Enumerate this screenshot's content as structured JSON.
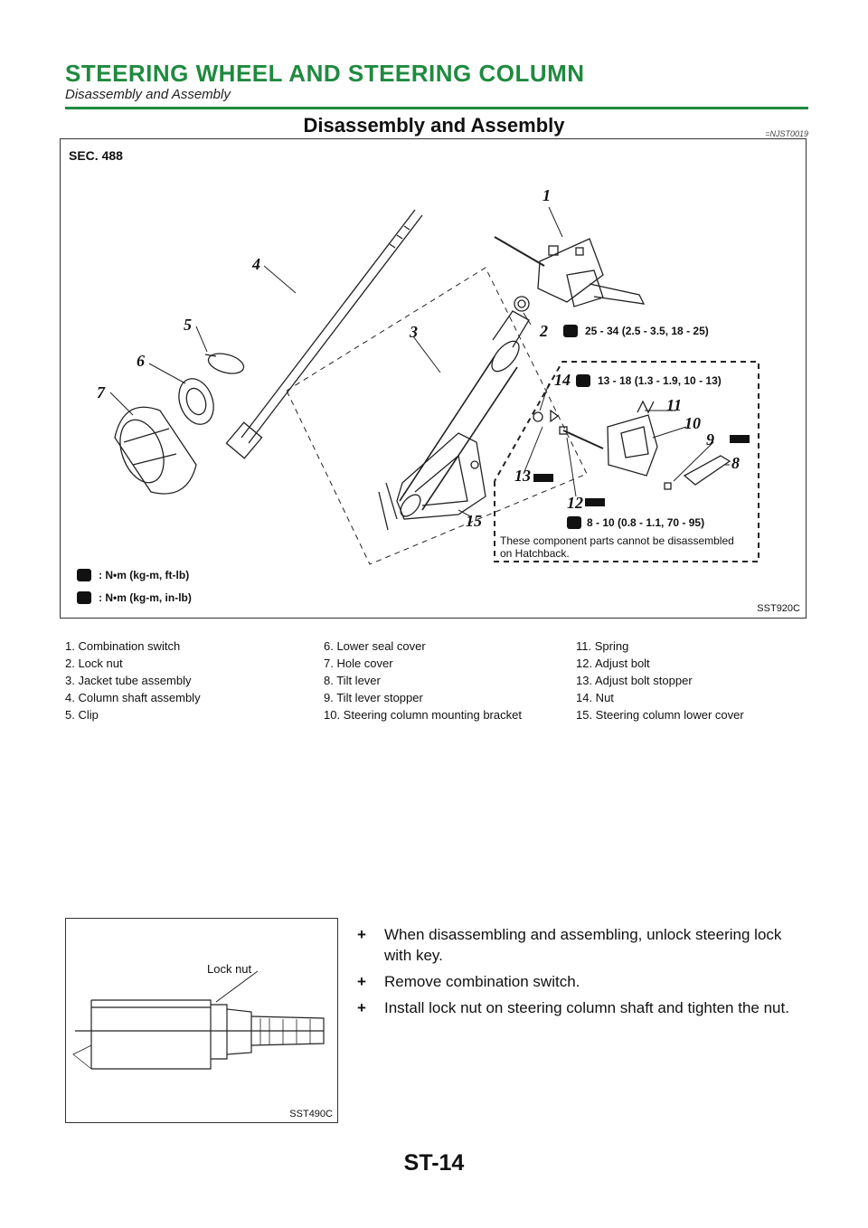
{
  "header": {
    "title": "STEERING WHEEL AND STEERING COLUMN",
    "subtitle": "Disassembly and Assembly"
  },
  "section": {
    "title": "Disassembly and Assembly",
    "code": "=NJST0019"
  },
  "figure1": {
    "sec_label": "SEC. 488",
    "id": "SST920C",
    "torque_1": "25 - 34 (2.5 - 3.5, 18 - 25)",
    "torque_2": "13 - 18 (1.3 - 1.9, 10 - 13)",
    "torque_3": "8 - 10 (0.8 - 1.1, 70 - 95)",
    "note_line1": "These component parts cannot be disassembled",
    "note_line2": "on Hatchback.",
    "legend_1": ": N•m (kg-m, ft-lb)",
    "legend_2": ": N•m (kg-m, in-lb)",
    "callouts": [
      "1",
      "2",
      "3",
      "4",
      "5",
      "6",
      "7",
      "8",
      "9",
      "10",
      "11",
      "12",
      "13",
      "14",
      "15"
    ],
    "icons": [
      "torque-wrench-icon",
      "torque-wrench-small-icon",
      "grease-icon"
    ]
  },
  "parts": {
    "col1": [
      "1. Combination switch",
      "2. Lock nut",
      "3. Jacket tube assembly",
      "4. Column shaft assembly",
      "5. Clip"
    ],
    "col2": [
      "6. Lower seal cover",
      "7. Hole cover",
      "8. Tilt lever",
      "9. Tilt lever stopper",
      "10. Steering column mounting bracket"
    ],
    "col3": [
      "11. Spring",
      "12. Adjust bolt",
      "13. Adjust bolt stopper",
      "14. Nut",
      "15. Steering column lower cover"
    ]
  },
  "figure2": {
    "label": "Lock nut",
    "id": "SST490C"
  },
  "bullets": [
    "When disassembling and assembling, unlock steering lock with key.",
    "Remove combination switch.",
    "Install lock nut on steering column shaft and tighten the nut."
  ],
  "bullet_marker": "+",
  "page_number": "ST-14"
}
